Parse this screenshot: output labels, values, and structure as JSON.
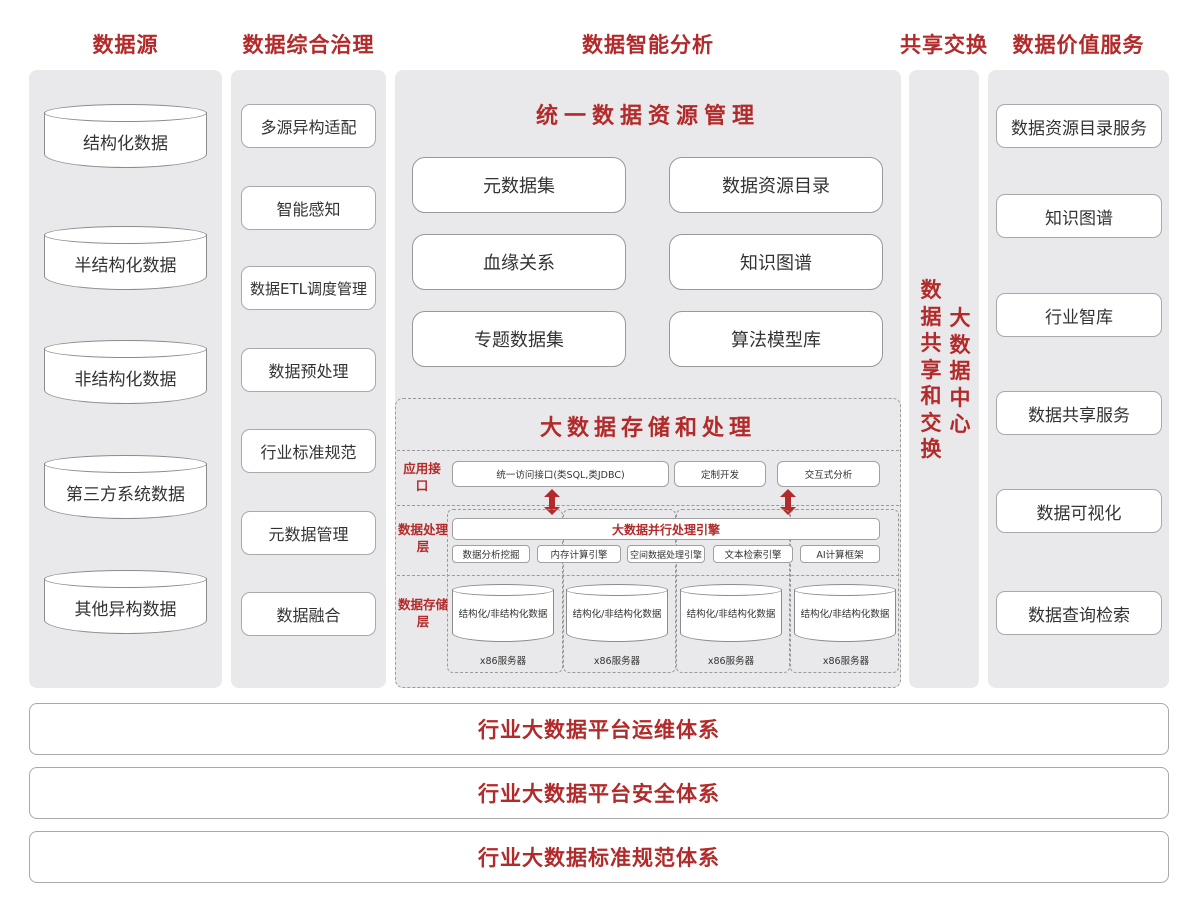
{
  "headers": {
    "source": "数据源",
    "governance": "数据综合治理",
    "analysis": "数据智能分析",
    "share": "共享交换",
    "service": "数据价值服务"
  },
  "sources": [
    "结构化数据",
    "半结构化数据",
    "非结构化数据",
    "第三方系统数据",
    "其他异构数据"
  ],
  "governance_items": [
    "多源异构适配",
    "智能感知",
    "数据ETL调度管理",
    "数据预处理",
    "行业标准规范",
    "元数据管理",
    "数据融合"
  ],
  "resource_mgmt": {
    "title": "统一数据资源管理",
    "items": [
      "元数据集",
      "数据资源目录",
      "血缘关系",
      "知识图谱",
      "专题数据集",
      "算法模型库"
    ]
  },
  "storage": {
    "title": "大数据存储和处理",
    "layers": {
      "app": "应用接口",
      "process": "数据处理层",
      "store": "数据存储层"
    },
    "app_items": [
      "统一访问接口(类SQL,类JDBC)",
      "定制开发",
      "交互式分析"
    ],
    "engine": "大数据并行处理引擎",
    "engine_items": [
      "数据分析挖掘",
      "内存计算引擎",
      "空间数据处理引擎",
      "文本检索引擎",
      "AI计算框架"
    ],
    "store_label": "结构化/非结构化数据",
    "server_label": "x86服务器"
  },
  "share_center": {
    "left": "数据共享和交换",
    "right": "大数据中心"
  },
  "services": [
    "数据资源目录服务",
    "知识图谱",
    "行业智库",
    "数据共享服务",
    "数据可视化",
    "数据查询检索"
  ],
  "bottom_bars": [
    "行业大数据平台运维体系",
    "行业大数据平台安全体系",
    "行业大数据标准规范体系"
  ],
  "colors": {
    "accent": "#b22a2a",
    "panel": "#e9e9eb",
    "border": "#a9a9ad"
  }
}
